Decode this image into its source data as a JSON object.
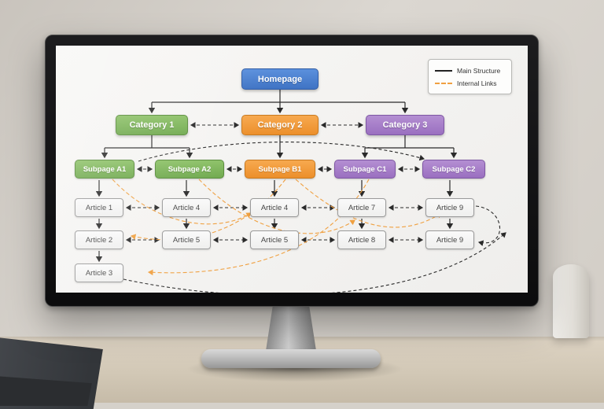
{
  "screen": {
    "homepage": {
      "label": "Homepage",
      "color": "#4a80d0"
    },
    "legend": {
      "items": [
        {
          "label": "Main Structure",
          "line": "solid-black"
        },
        {
          "label": "Internal Links",
          "line": "dashed-orange"
        }
      ]
    },
    "categories": [
      {
        "label": "Category 1",
        "color": "#7cb55b"
      },
      {
        "label": "Category 2",
        "color": "#f09a3e"
      },
      {
        "label": "Category 3",
        "color": "#a981c9"
      }
    ],
    "subpages": [
      {
        "label": "Subpage A1",
        "color": "#7cb55b"
      },
      {
        "label": "Subpage A2",
        "color": "#7cb55b"
      },
      {
        "label": "Subpage B1",
        "color": "#f09a3e"
      },
      {
        "label": "Subpage C1",
        "color": "#a981c9"
      },
      {
        "label": "Subpage C2",
        "color": "#a981c9"
      }
    ],
    "articles": {
      "columns": [
        [
          "Article 1",
          "Article 2",
          "Article 3"
        ],
        [
          "Article 4",
          "Article 5"
        ],
        [
          "Article 4",
          "Article 5"
        ],
        [
          "Article 7",
          "Article 8"
        ],
        [
          "Article 9",
          "Article 9"
        ]
      ]
    },
    "link_colors": {
      "main_structure": "#2a2a2a",
      "internal_links": "#f0a040"
    }
  }
}
